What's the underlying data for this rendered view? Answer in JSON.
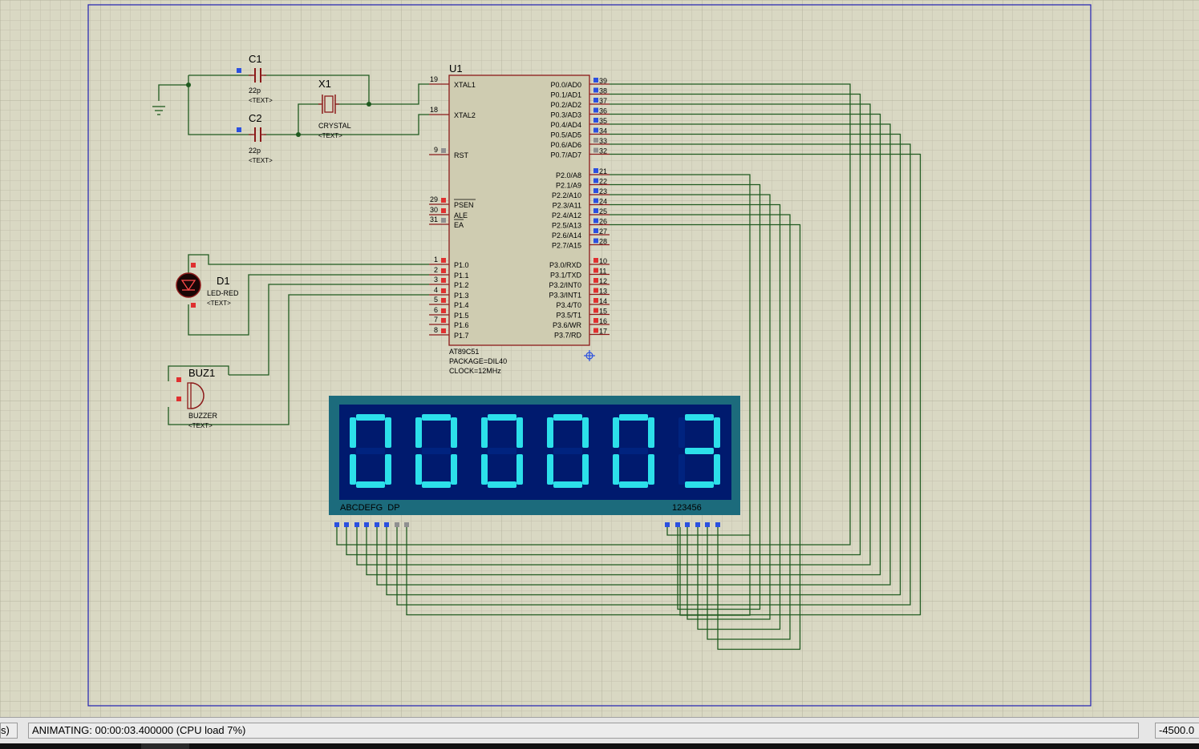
{
  "components": {
    "c1": {
      "ref": "C1",
      "value": "22p",
      "text": "<TEXT>"
    },
    "c2": {
      "ref": "C2",
      "value": "22p",
      "text": "<TEXT>"
    },
    "x1": {
      "ref": "X1",
      "value": "CRYSTAL",
      "text": "<TEXT>"
    },
    "d1": {
      "ref": "D1",
      "value": "LED-RED",
      "text": "<TEXT>"
    },
    "buz1": {
      "ref": "BUZ1",
      "value": "BUZZER",
      "text": "<TEXT>"
    },
    "u1": {
      "ref": "U1",
      "part": "AT89C51",
      "package": "PACKAGE=DIL40",
      "clock": "CLOCK=12MHz",
      "left_pins": [
        {
          "num": "19",
          "label": "XTAL1"
        },
        {
          "num": "18",
          "label": "XTAL2"
        },
        {
          "num": "9",
          "label": "RST"
        },
        {
          "num": "29",
          "label": "PSEN"
        },
        {
          "num": "30",
          "label": "ALE"
        },
        {
          "num": "31",
          "label": "EA"
        },
        {
          "num": "1",
          "label": "P1.0"
        },
        {
          "num": "2",
          "label": "P1.1"
        },
        {
          "num": "3",
          "label": "P1.2"
        },
        {
          "num": "4",
          "label": "P1.3"
        },
        {
          "num": "5",
          "label": "P1.4"
        },
        {
          "num": "6",
          "label": "P1.5"
        },
        {
          "num": "7",
          "label": "P1.6"
        },
        {
          "num": "8",
          "label": "P1.7"
        }
      ],
      "right_pins": [
        {
          "num": "39",
          "label": "P0.0/AD0"
        },
        {
          "num": "38",
          "label": "P0.1/AD1"
        },
        {
          "num": "37",
          "label": "P0.2/AD2"
        },
        {
          "num": "36",
          "label": "P0.3/AD3"
        },
        {
          "num": "35",
          "label": "P0.4/AD4"
        },
        {
          "num": "34",
          "label": "P0.5/AD5"
        },
        {
          "num": "33",
          "label": "P0.6/AD6"
        },
        {
          "num": "32",
          "label": "P0.7/AD7"
        },
        {
          "num": "21",
          "label": "P2.0/A8"
        },
        {
          "num": "22",
          "label": "P2.1/A9"
        },
        {
          "num": "23",
          "label": "P2.2/A10"
        },
        {
          "num": "24",
          "label": "P2.3/A11"
        },
        {
          "num": "25",
          "label": "P2.4/A12"
        },
        {
          "num": "26",
          "label": "P2.5/A13"
        },
        {
          "num": "27",
          "label": "P2.6/A14"
        },
        {
          "num": "28",
          "label": "P2.7/A15"
        },
        {
          "num": "10",
          "label": "P3.0/RXD"
        },
        {
          "num": "11",
          "label": "P3.1/TXD"
        },
        {
          "num": "12",
          "label": "P3.2/INT0"
        },
        {
          "num": "13",
          "label": "P3.3/INT1"
        },
        {
          "num": "14",
          "label": "P3.4/T0"
        },
        {
          "num": "15",
          "label": "P3.5/T1"
        },
        {
          "num": "16",
          "label": "P3.6/WR"
        },
        {
          "num": "17",
          "label": "P3.7/RD"
        }
      ]
    },
    "display": {
      "digits": [
        "0",
        "0",
        "0",
        "0",
        "0",
        "3"
      ],
      "segment_label": "ABCDEFG  DP",
      "digit_label": "123456",
      "segment_color": "#2ce0ea",
      "background_color": "#001a6e",
      "bezel_color": "#1c6b7c"
    }
  },
  "colors": {
    "wire": "#1f5a1f",
    "sheet_border": "#2020b0",
    "component_outline": "#8c1a1a",
    "chip_fill": "#cfccb1",
    "pin_high": "#e03030",
    "pin_low": "#2b50e0",
    "pin_float": "#909090"
  },
  "status": {
    "left_cell": "s)",
    "message": "ANIMATING: 00:00:03.400000 (CPU load 7%)",
    "coords": "-4500.0"
  }
}
